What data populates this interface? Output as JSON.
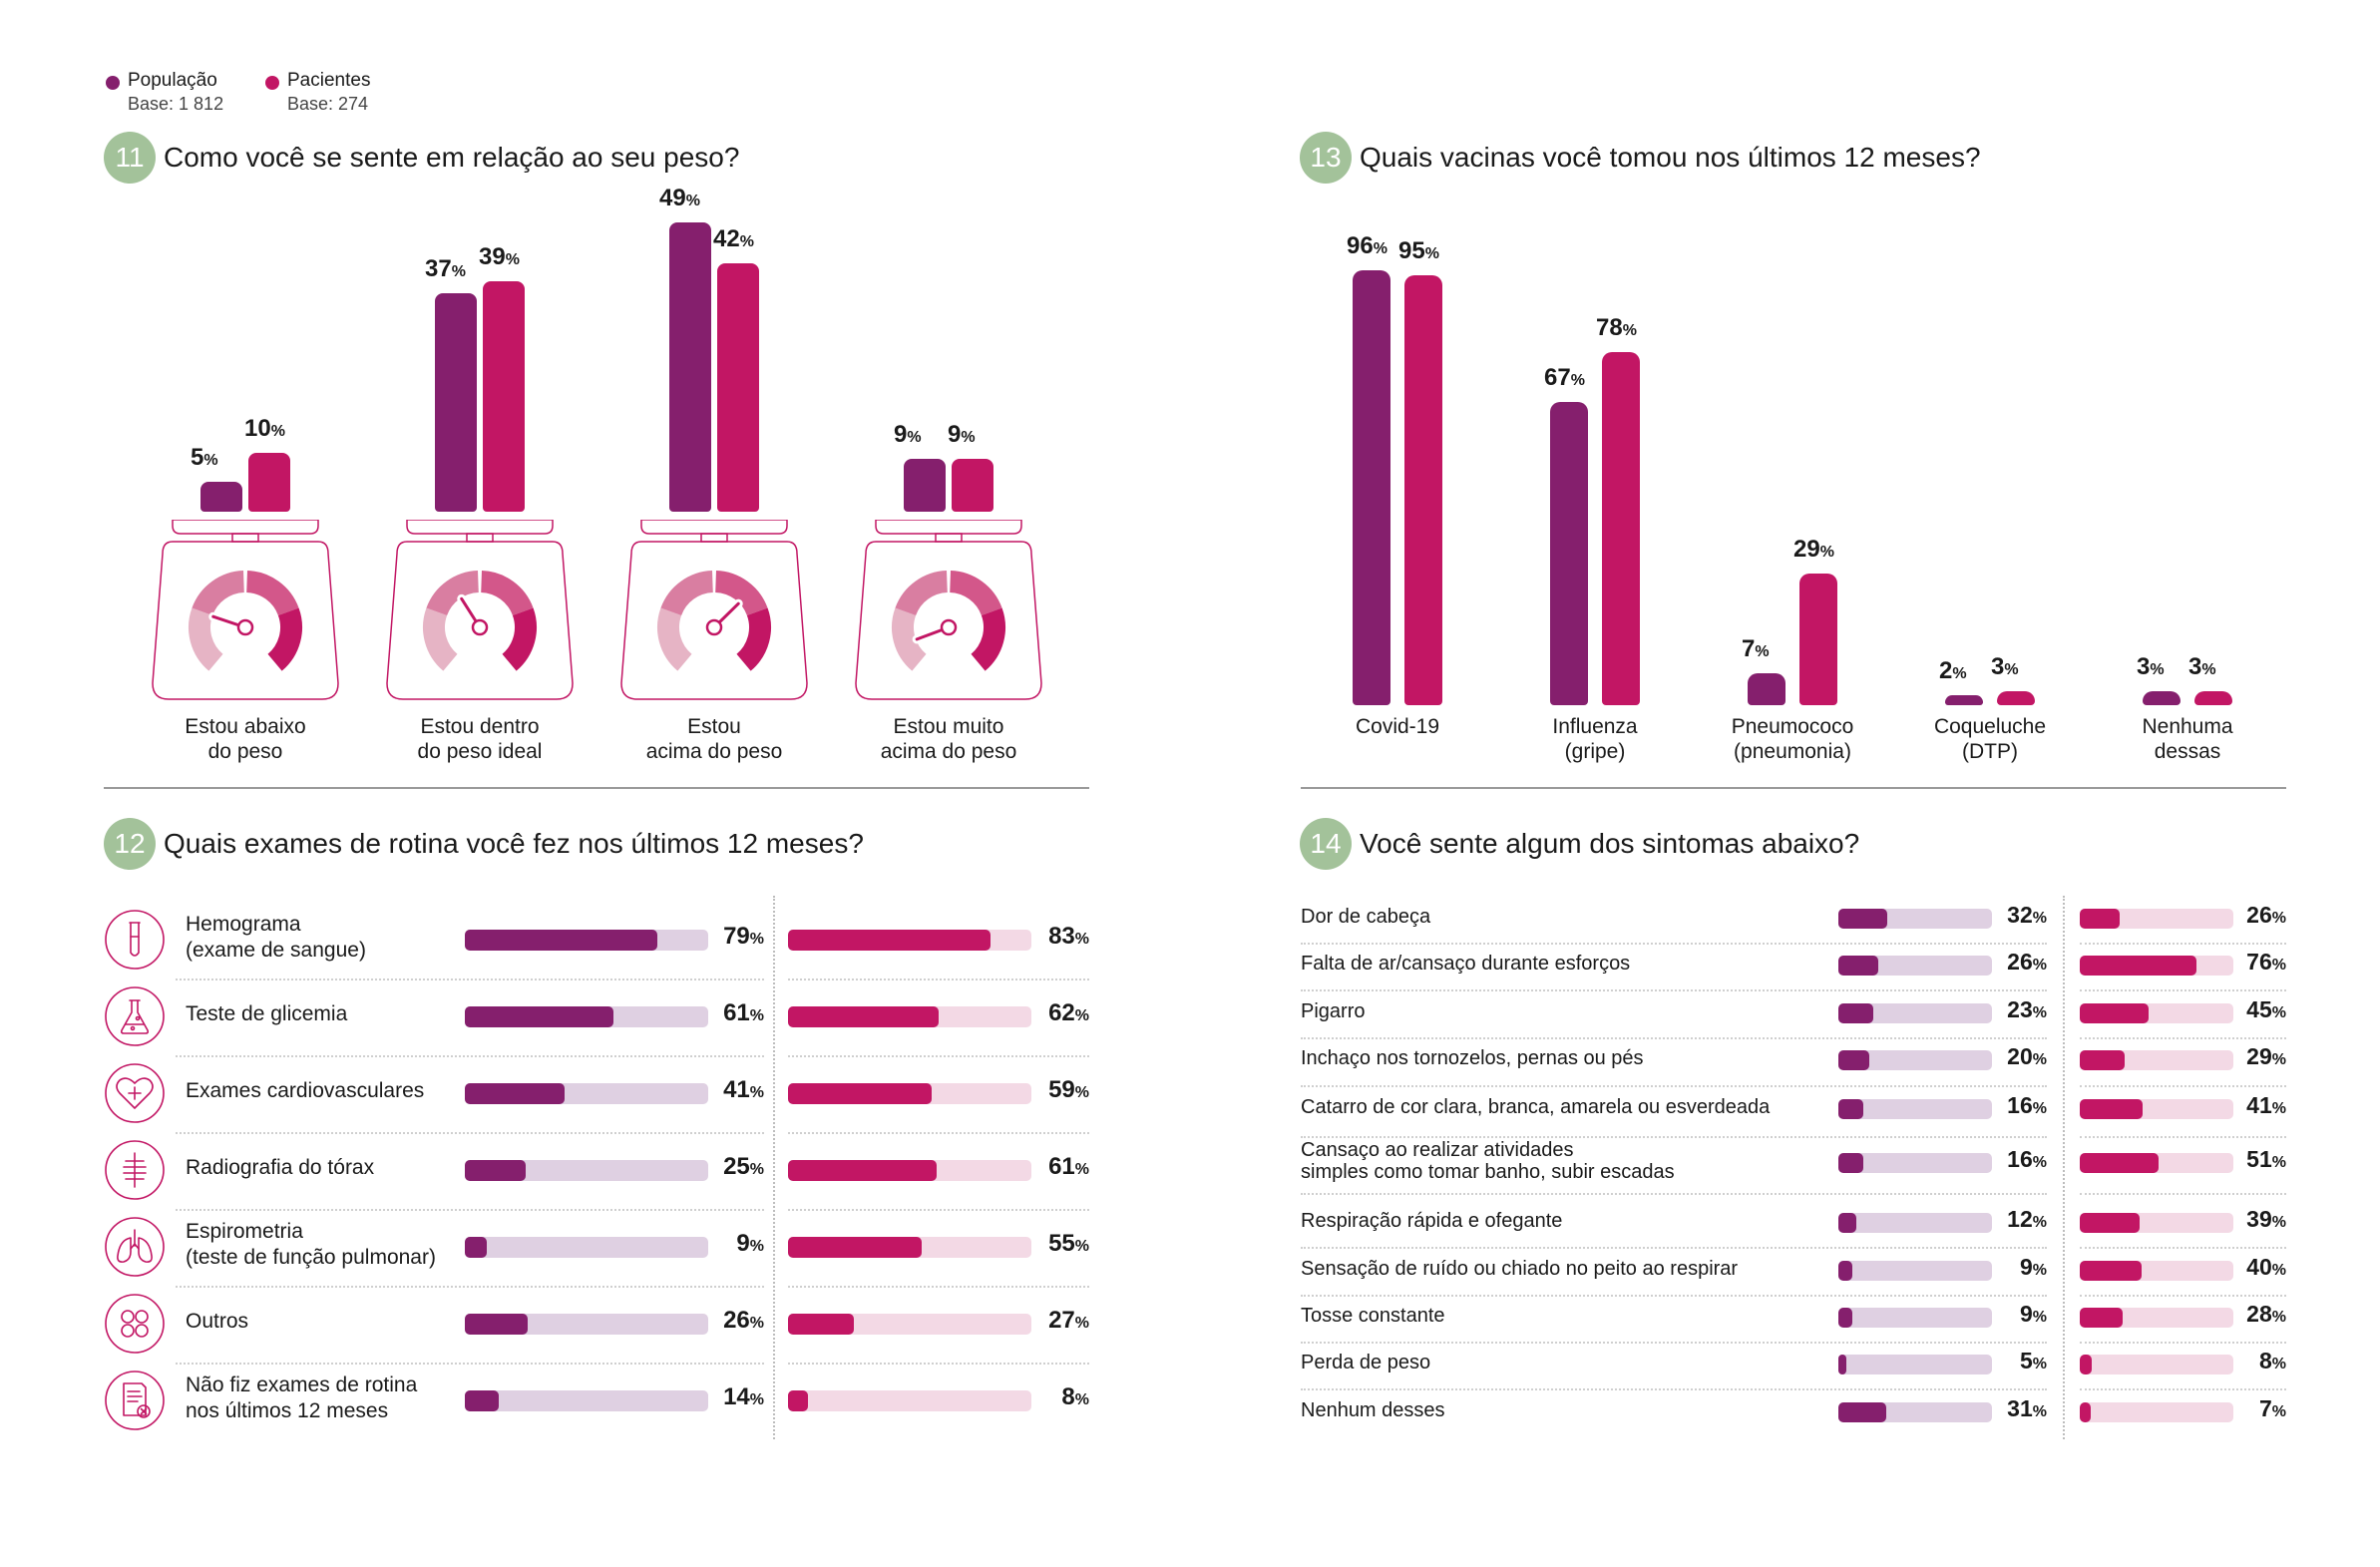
{
  "colors": {
    "populacao": "#851f6d",
    "pacientes": "#c21664",
    "populacao_track": "#dfd0e2",
    "pacientes_track": "#f3d9e5",
    "question_badge": "#a3c29a"
  },
  "legend": {
    "populacao": {
      "label": "População",
      "base": "Base: 1 812"
    },
    "pacientes": {
      "label": "Pacientes",
      "base": "Base: 274"
    }
  },
  "unit": "%",
  "q11": {
    "number": "11",
    "title": "Como você se sente em relação ao seu peso?",
    "icon": "weighing-scale-icon",
    "chart_data": {
      "type": "bar",
      "categories": [
        "Estou abaixo\ndo peso",
        "Estou dentro\ndo peso ideal",
        "Estou\nacima do peso",
        "Estou muito\nacima do peso"
      ],
      "series": [
        {
          "name": "População",
          "values": [
            5,
            37,
            49,
            9
          ]
        },
        {
          "name": "Pacientes",
          "values": [
            10,
            39,
            42,
            9
          ]
        }
      ],
      "needle_values": [
        -0.55,
        -0.25,
        0.35,
        -0.85
      ]
    }
  },
  "q13": {
    "number": "13",
    "title": "Quais vacinas você tomou nos últimos 12 meses?",
    "chart_data": {
      "type": "bar",
      "categories": [
        "Covid-19",
        "Influenza\n(gripe)",
        "Pneumococo\n(pneumonia)",
        "Coqueluche\n(DTP)",
        "Nenhuma\ndessas"
      ],
      "series": [
        {
          "name": "População",
          "values": [
            96,
            67,
            7,
            2,
            3
          ]
        },
        {
          "name": "Pacientes",
          "values": [
            95,
            78,
            29,
            3,
            3
          ]
        }
      ]
    }
  },
  "q12": {
    "number": "12",
    "title": "Quais exames de rotina você fez nos últimos 12 meses?",
    "chart_data": {
      "type": "bar",
      "orientation": "horizontal",
      "categories": [
        "Hemograma\n(exame de sangue)",
        "Teste de glicemia",
        "Exames cardiovasculares",
        "Radiografia do tórax",
        "Espirometria\n(teste de função pulmonar)",
        "Outros",
        "Não fiz exames de rotina\nnos últimos 12 meses"
      ],
      "icons": [
        "test-tube-icon",
        "flask-icon",
        "heart-icon",
        "xray-icon",
        "lungs-icon",
        "dots-icon",
        "document-x-icon"
      ],
      "series": [
        {
          "name": "População",
          "values": [
            79,
            61,
            41,
            25,
            9,
            26,
            14
          ]
        },
        {
          "name": "Pacientes",
          "values": [
            83,
            62,
            59,
            61,
            55,
            27,
            8
          ]
        }
      ]
    }
  },
  "q14": {
    "number": "14",
    "title": "Você sente algum dos sintomas abaixo?",
    "chart_data": {
      "type": "bar",
      "orientation": "horizontal",
      "categories": [
        "Dor de cabeça",
        "Falta de ar/cansaço durante esforços",
        "Pigarro",
        "Inchaço nos tornozelos, pernas ou pés",
        "Catarro de cor clara, branca, amarela ou esverdeada",
        "Cansaço ao realizar atividades\nsimples como tomar banho, subir escadas",
        "Respiração rápida e ofegante",
        "Sensação de ruído ou chiado no peito ao respirar",
        "Tosse constante",
        "Perda de peso",
        "Nenhum desses"
      ],
      "series": [
        {
          "name": "População",
          "values": [
            32,
            26,
            23,
            20,
            16,
            16,
            12,
            9,
            9,
            5,
            31
          ]
        },
        {
          "name": "Pacientes",
          "values": [
            26,
            76,
            45,
            29,
            41,
            51,
            39,
            40,
            28,
            8,
            7
          ]
        }
      ]
    }
  }
}
